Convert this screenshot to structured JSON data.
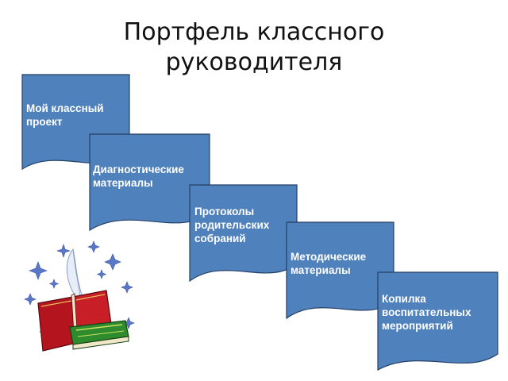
{
  "slide": {
    "title": "Портфель классного\nруководителя"
  },
  "colors": {
    "doc_fill": "#4f81bd",
    "doc_stroke": "#243f66",
    "doc_text": "#ffffff",
    "title_text": "#111111",
    "book_red": "#b4141e",
    "book_green": "#2e8b2e",
    "sparkle": "#5b78c8"
  },
  "documents": [
    {
      "label": "Мой классный\nпроект"
    },
    {
      "label": "Диагностические\nматериалы"
    },
    {
      "label": "Протоколы\n родительских\n собраний"
    },
    {
      "label": "Методические\nматериалы"
    },
    {
      "label": "Копилка\nвоспитательных\nмероприятий"
    }
  ],
  "clipart": {
    "icon": "books-with-quill-icon"
  }
}
